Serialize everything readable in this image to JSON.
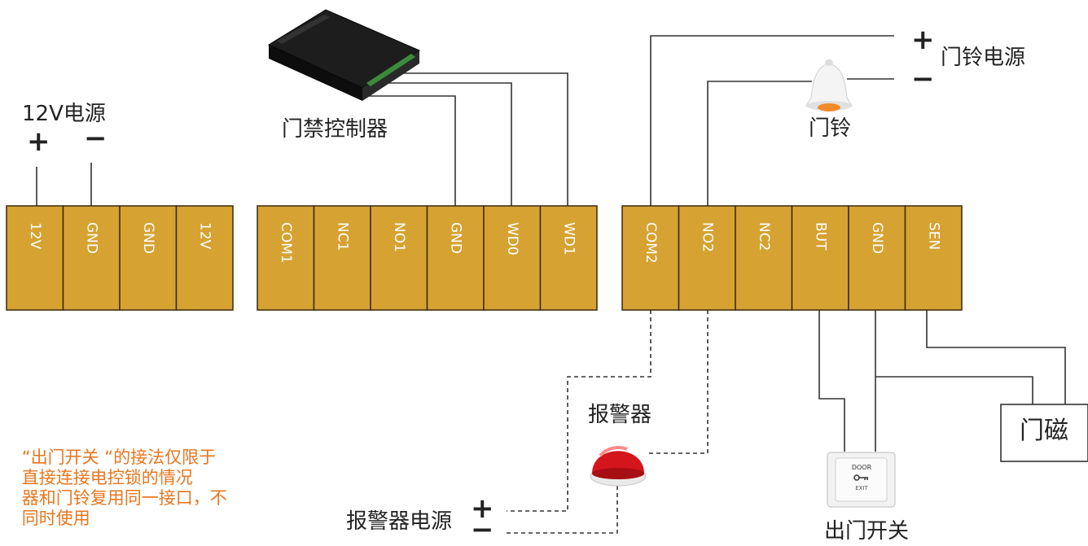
{
  "colors": {
    "terminal_fill": "#d6a232",
    "terminal_border": "#3a2a10",
    "wire": "#333333",
    "note_text": "#e8761e"
  },
  "power_12v": {
    "label": "12V电源",
    "plus": "+",
    "minus": "−"
  },
  "controller": {
    "label": "门禁控制器",
    "icon": "access-controller-icon"
  },
  "terminal_blocks": [
    {
      "terminals": [
        "12V",
        "GND",
        "GND",
        "12V"
      ]
    },
    {
      "terminals": [
        "COM1",
        "NC1",
        "NO1",
        "GND",
        "WD0",
        "WD1"
      ]
    },
    {
      "terminals": [
        "COM2",
        "NO2",
        "NC2",
        "BUT",
        "GND",
        "SEN"
      ]
    }
  ],
  "doorbell_power": {
    "label": "门铃电源",
    "plus": "+",
    "minus": "−"
  },
  "doorbell": {
    "label": "门铃",
    "icon": "bell-icon"
  },
  "alarm": {
    "label": "报警器",
    "icon": "alarm-light-icon"
  },
  "alarm_power": {
    "label": "报警器电源",
    "plus": "+",
    "minus": "−"
  },
  "exit_button": {
    "label": "出门开关",
    "icon": "exit-button-icon",
    "line1": "DOOR",
    "line2": "EXIT"
  },
  "door_sensor": {
    "label": "门磁"
  },
  "note": {
    "text": "    “出门开关 “的接法仅限于\n    直接连接电控锁的情况\n    器和门铃复用同一接口，不\n    同时使用"
  }
}
